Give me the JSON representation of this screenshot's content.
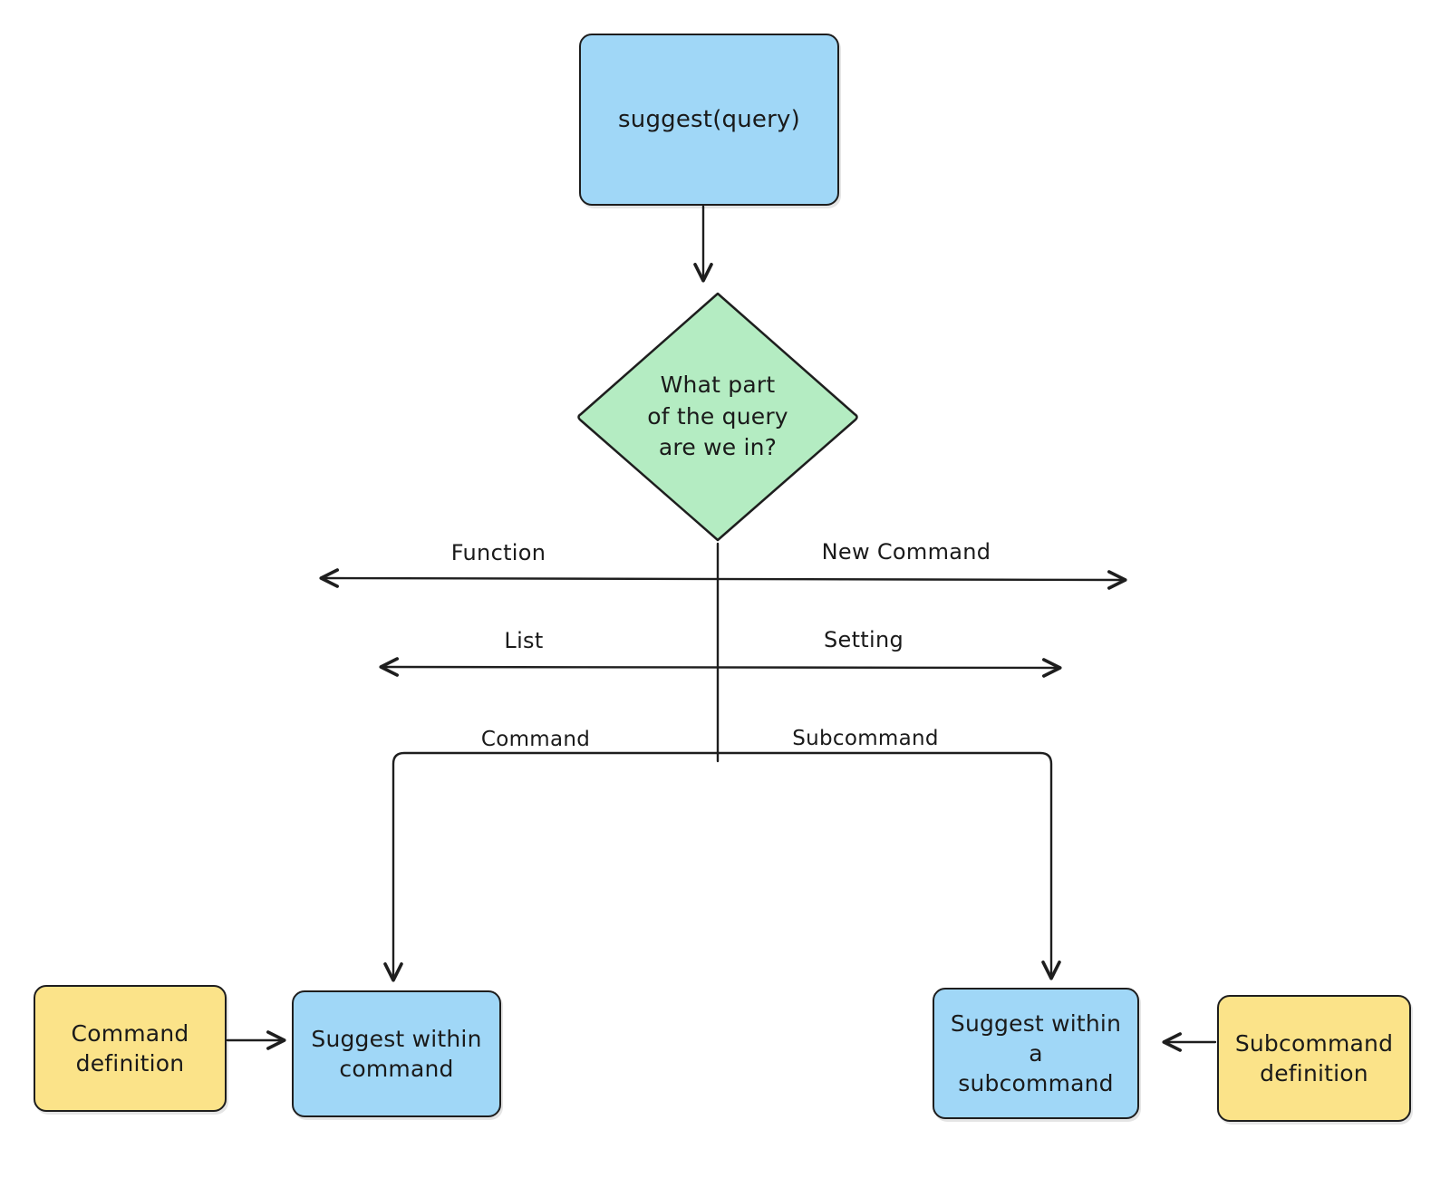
{
  "diagram": {
    "title": "suggest(query) routing flowchart",
    "colors": {
      "blue_fill": "#a0d7f7",
      "green_fill": "#b4ecc2",
      "yellow_fill": "#fbe389",
      "stroke": "#1e1e1e",
      "background": "#ffffff"
    },
    "nodes": {
      "entry": {
        "label": "suggest(query)",
        "shape": "rounded-rect",
        "fill": "blue"
      },
      "decision": {
        "label": "What part\nof the query\nare we in?",
        "shape": "diamond",
        "fill": "green"
      },
      "suggest_within_command": {
        "label": "Suggest within\ncommand",
        "shape": "rounded-rect",
        "fill": "blue"
      },
      "command_definition": {
        "label": "Command\ndefinition",
        "shape": "rounded-rect",
        "fill": "yellow"
      },
      "suggest_within_subcommand": {
        "label": "Suggest within a\nsubcommand",
        "shape": "rounded-rect",
        "fill": "blue"
      },
      "subcommand_definition": {
        "label": "Subcommand\ndefinition",
        "shape": "rounded-rect",
        "fill": "yellow"
      }
    },
    "branch_labels": {
      "row1_left": "Function",
      "row1_right": "New Command",
      "row2_left": "List",
      "row2_right": "Setting",
      "row3_left": "Command",
      "row3_right": "Subcommand"
    }
  }
}
